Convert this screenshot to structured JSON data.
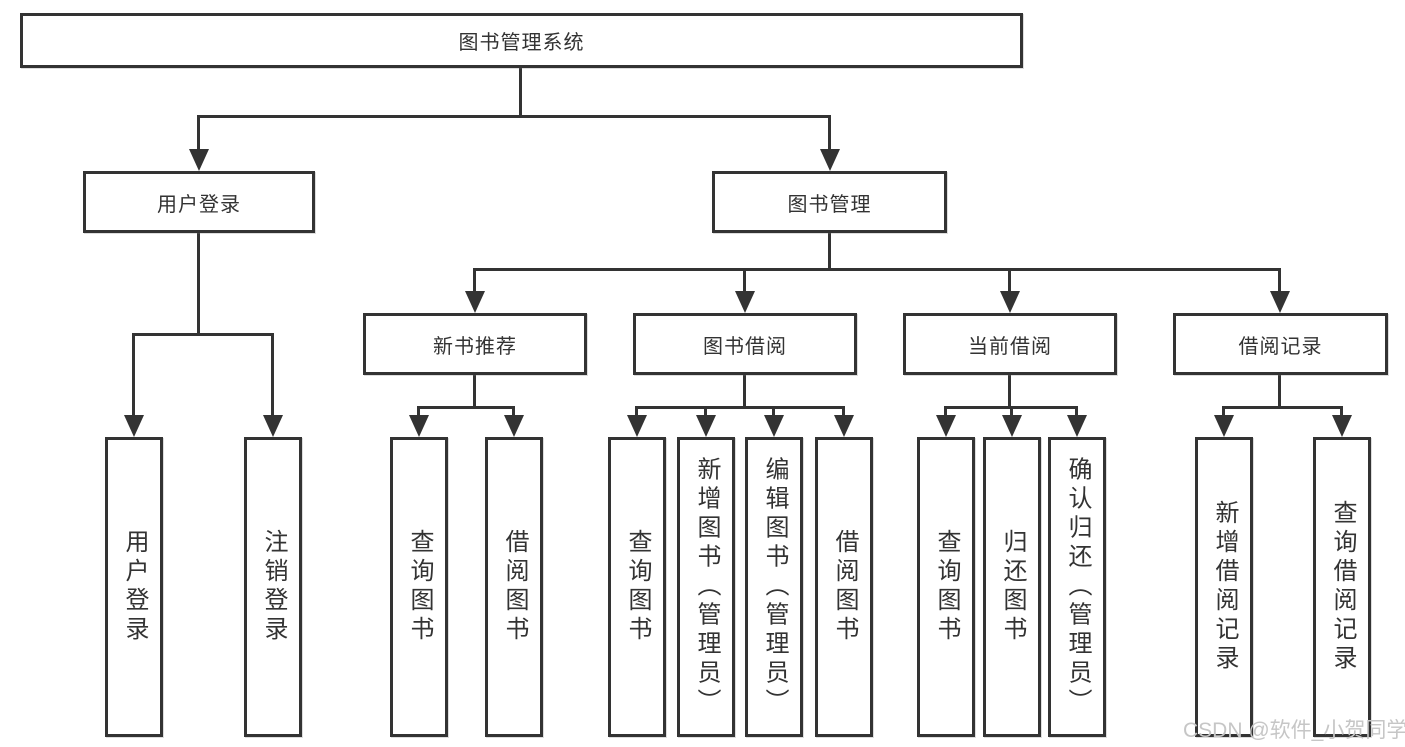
{
  "diagram": {
    "root": {
      "label": "图书管理系统"
    },
    "level2": [
      {
        "label": "用户登录"
      },
      {
        "label": "图书管理"
      }
    ],
    "level3": [
      {
        "label": "新书推荐",
        "parent": "图书管理"
      },
      {
        "label": "图书借阅",
        "parent": "图书管理"
      },
      {
        "label": "当前借阅",
        "parent": "图书管理"
      },
      {
        "label": "借阅记录",
        "parent": "图书管理"
      }
    ],
    "leaves": [
      {
        "label": "用户登录",
        "parent": "用户登录"
      },
      {
        "label": "注销登录",
        "parent": "用户登录"
      },
      {
        "label": "查询图书",
        "parent": "新书推荐"
      },
      {
        "label": "借阅图书",
        "parent": "新书推荐"
      },
      {
        "label": "查询图书",
        "parent": "图书借阅"
      },
      {
        "label": "新增图书（管理员）",
        "parent": "图书借阅"
      },
      {
        "label": "编辑图书（管理员）",
        "parent": "图书借阅"
      },
      {
        "label": "借阅图书",
        "parent": "图书借阅"
      },
      {
        "label": "查询图书",
        "parent": "当前借阅"
      },
      {
        "label": "归还图书",
        "parent": "当前借阅"
      },
      {
        "label": "确认归还（管理员）",
        "parent": "当前借阅"
      },
      {
        "label": "新增借阅记录",
        "parent": "借阅记录"
      },
      {
        "label": "查询借阅记录",
        "parent": "借阅记录"
      }
    ]
  },
  "watermark": {
    "text": "CSDN @软件_小贺同学"
  },
  "colors": {
    "line": "#333333",
    "box_border": "#333333",
    "text": "#333333",
    "watermark": "#c6c6c6",
    "background": "#ffffff"
  }
}
